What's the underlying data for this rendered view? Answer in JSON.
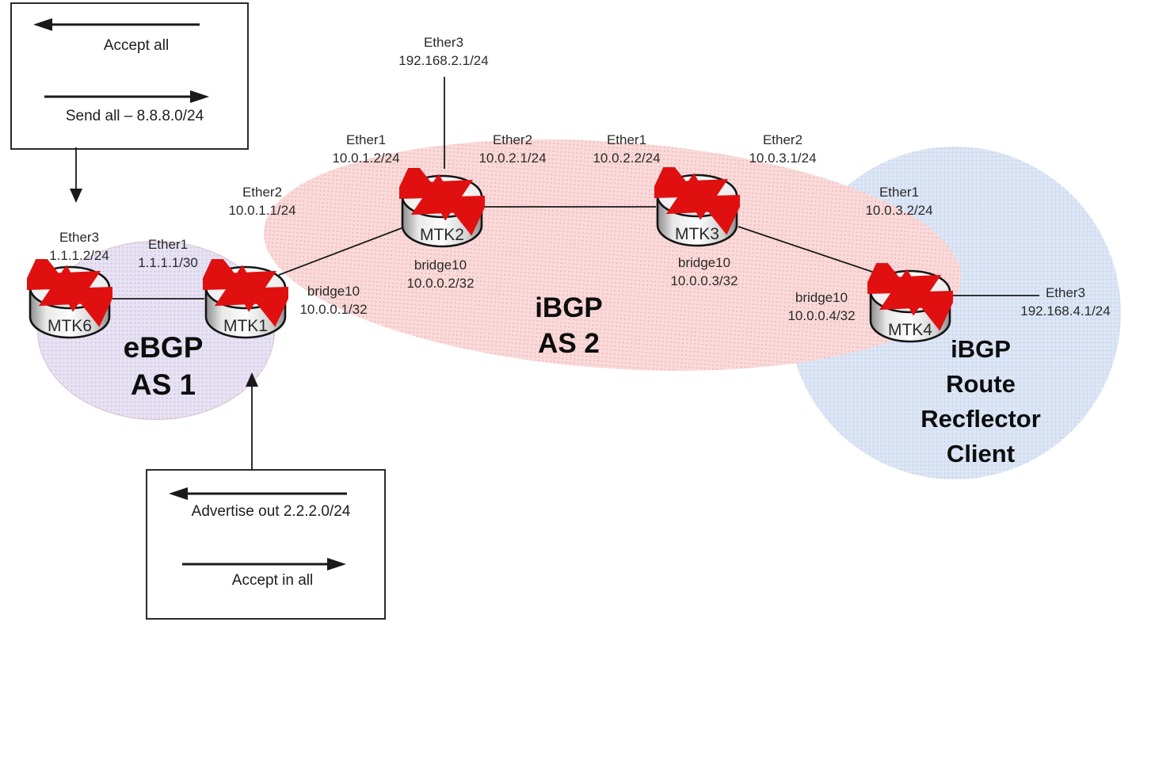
{
  "callouts": {
    "top_box": {
      "accept_label": "Accept all",
      "send_label": "Send all – 8.8.8.0/24"
    },
    "bottom_box": {
      "advertise_label": "Advertise out 2.2.2.0/24",
      "accept_label": "Accept in all"
    }
  },
  "routers": {
    "mtk6": {
      "name": "MTK6"
    },
    "mtk1": {
      "name": "MTK1"
    },
    "mtk2": {
      "name": "MTK2"
    },
    "mtk3": {
      "name": "MTK3"
    },
    "mtk4": {
      "name": "MTK4"
    }
  },
  "interfaces": {
    "mtk6_ether3": {
      "port": "Ether3",
      "ip": "1.1.1.2/24"
    },
    "link_mtk6_mtk1": {
      "port": "Ether1",
      "ip": "1.1.1.1/30"
    },
    "mtk1_ether2": {
      "port": "Ether2",
      "ip": "10.0.1.1/24"
    },
    "mtk1_bridge": {
      "port": "bridge10",
      "ip": "10.0.0.1/32"
    },
    "mtk2_ether3": {
      "port": "Ether3",
      "ip": "192.168.2.1/24"
    },
    "mtk2_ether1": {
      "port": "Ether1",
      "ip": "10.0.1.2/24"
    },
    "mtk2_ether2": {
      "port": "Ether2",
      "ip": "10.0.2.1/24"
    },
    "mtk2_bridge": {
      "port": "bridge10",
      "ip": "10.0.0.2/32"
    },
    "mtk3_ether1": {
      "port": "Ether1",
      "ip": "10.0.2.2/24"
    },
    "mtk3_ether2": {
      "port": "Ether2",
      "ip": "10.0.3.1/24"
    },
    "mtk3_bridge": {
      "port": "bridge10",
      "ip": "10.0.0.3/32"
    },
    "mtk4_ether1": {
      "port": "Ether1",
      "ip": "10.0.3.2/24"
    },
    "mtk4_bridge": {
      "port": "bridge10",
      "ip": "10.0.0.4/32"
    },
    "mtk4_ether3": {
      "port": "Ether3",
      "ip": "192.168.4.1/24"
    }
  },
  "regions": {
    "as1": {
      "line1": "eBGP",
      "line2": "AS 1",
      "fill": "#e7e3f3"
    },
    "as2": {
      "line1": "iBGP",
      "line2": "AS 2",
      "fill": "#f9dada"
    },
    "route_reflector": {
      "lines": [
        "iBGP",
        "Route",
        "Recflector",
        "Client"
      ],
      "fill": "#dde6f5"
    }
  },
  "icons": {
    "router_symbol": "cylinder-with-crossed-red-arrows"
  },
  "colors": {
    "arrow_red": "#e01010",
    "line_black": "#1a1a1a"
  }
}
